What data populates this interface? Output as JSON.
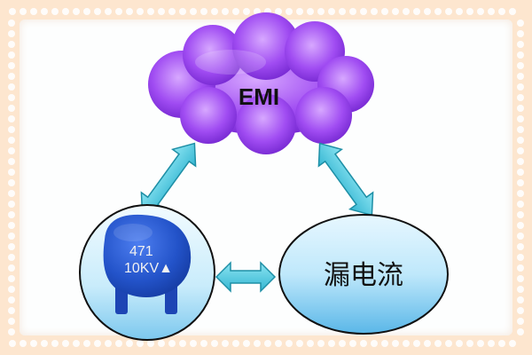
{
  "diagram": {
    "cloud_label": "EMI",
    "capacitor_code": "471",
    "capacitor_rating": "10KV▲",
    "ellipse_label": "漏电流",
    "colors": {
      "border": "#f6c9a3",
      "cloud_light": "#d7a8ff",
      "cloud_dark": "#6a1ec8",
      "arrow": "#5fd1e4",
      "arrow_outline": "#1e8fa6",
      "capacitor_light": "#4d7ef0",
      "capacitor_dark": "#13389c",
      "ellipse_light": "#cdeefc",
      "ellipse_dark": "#5ab7e8"
    }
  }
}
